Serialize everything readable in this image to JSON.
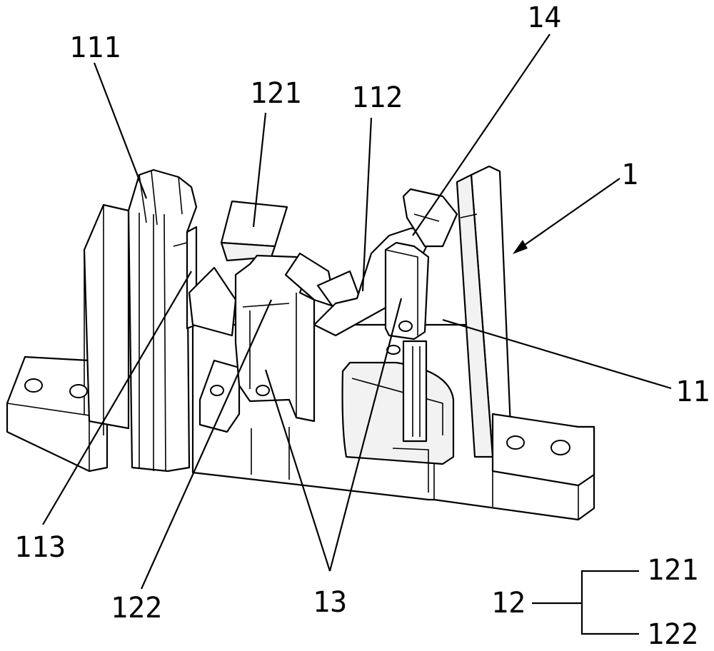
{
  "figure": {
    "labels": {
      "l111": "111",
      "l121": "121",
      "l112": "112",
      "l14": "14",
      "l1": "1",
      "l11": "11",
      "l113": "113",
      "l122": "122",
      "l13": "13"
    },
    "legend": {
      "root": "12",
      "child_a": "121",
      "child_b": "122"
    }
  }
}
